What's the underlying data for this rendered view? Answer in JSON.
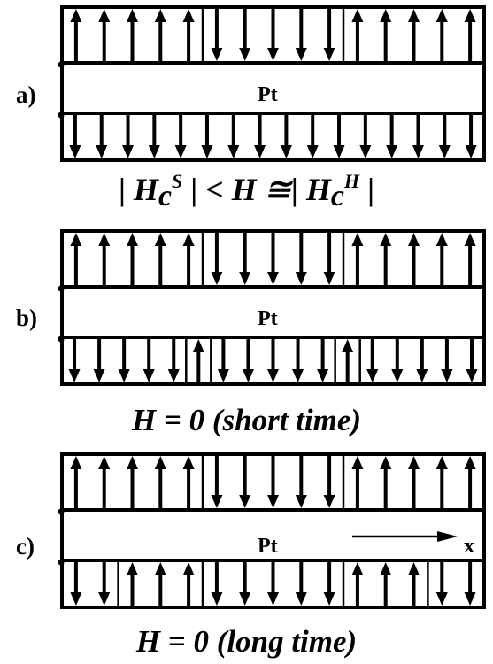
{
  "panels": [
    {
      "label": "a)",
      "layer_label": "Pt",
      "top_layer": [
        {
          "dir": "up",
          "count": 5
        },
        {
          "dir": "down",
          "count": 5
        },
        {
          "dir": "up",
          "count": 5
        }
      ],
      "bottom_layer": [
        {
          "dir": "down",
          "count": 16
        }
      ],
      "has_x_axis": false,
      "caption": {
        "lhs_symbol": "H",
        "lhs_sub": "c",
        "lhs_sup": "S",
        "relation": "< H ≅",
        "rhs_symbol": "H",
        "rhs_sub": "c",
        "rhs_sup": "H"
      }
    },
    {
      "label": "b)",
      "layer_label": "Pt",
      "top_layer": [
        {
          "dir": "up",
          "count": 5
        },
        {
          "dir": "down",
          "count": 5
        },
        {
          "dir": "up",
          "count": 5
        }
      ],
      "bottom_layer": [
        {
          "dir": "down",
          "count": 5
        },
        {
          "dir": "up",
          "count": 1
        },
        {
          "dir": "down",
          "count": 5
        },
        {
          "dir": "up",
          "count": 1
        },
        {
          "dir": "down",
          "count": 5
        }
      ],
      "has_x_axis": false,
      "caption": "H = 0 (short time)"
    },
    {
      "label": "c)",
      "layer_label": "Pt",
      "top_layer": [
        {
          "dir": "up",
          "count": 5
        },
        {
          "dir": "down",
          "count": 5
        },
        {
          "dir": "up",
          "count": 5
        }
      ],
      "bottom_layer": [
        {
          "dir": "down",
          "count": 2
        },
        {
          "dir": "up",
          "count": 3
        },
        {
          "dir": "down",
          "count": 5
        },
        {
          "dir": "up",
          "count": 3
        },
        {
          "dir": "down",
          "count": 2
        }
      ],
      "has_x_axis": true,
      "x_axis_label": "x",
      "caption": "H = 0 (long time)"
    }
  ]
}
